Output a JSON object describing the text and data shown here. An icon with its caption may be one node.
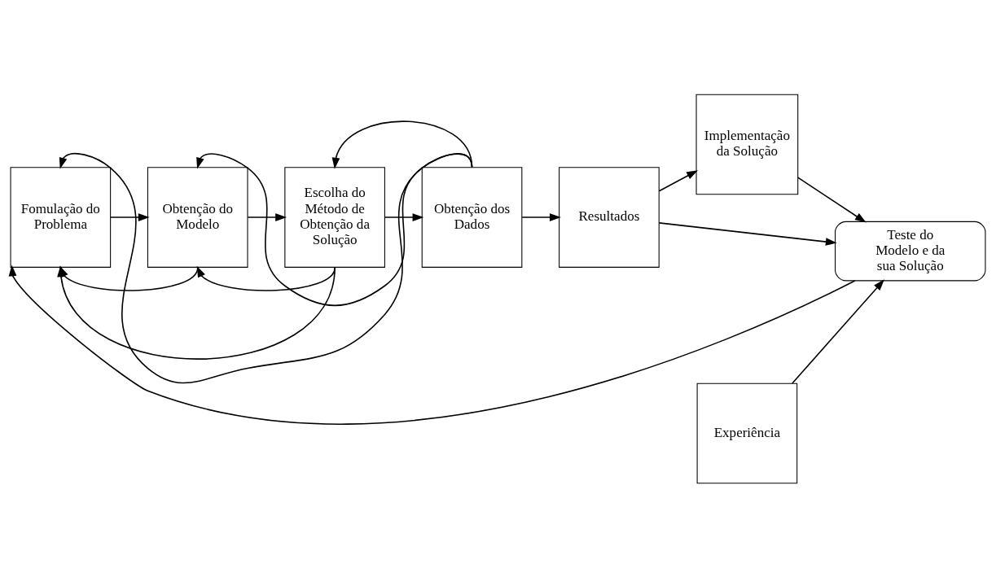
{
  "diagram": {
    "nodes": [
      {
        "text": [
          "Fomulação do Problema"
        ]
      },
      {
        "text": [
          "Obtenção do Modelo"
        ]
      },
      {
        "text": [
          "Escolha do Método de Obtenção da Solução"
        ]
      },
      {
        "text": [
          "Obtenção dos Dados"
        ]
      },
      {
        "text": [
          "Resultados"
        ]
      },
      {
        "text": [
          "Implementação da Solução"
        ]
      },
      {
        "text": [
          "Teste do Modelo e da sua Solução"
        ]
      },
      {
        "text": [
          "Experiência"
        ]
      }
    ],
    "edges": [
      {
        "from": 0,
        "to": 1,
        "arrow": "to"
      },
      {
        "from": 1,
        "to": 2,
        "arrow": "to"
      },
      {
        "from": 2,
        "to": 3,
        "arrow": "to"
      },
      {
        "from": 3,
        "to": 4,
        "arrow": "to"
      },
      {
        "from": 4,
        "to": 5,
        "arrow": "to"
      },
      {
        "from": 3,
        "to": 2,
        "arrow": "to"
      },
      {
        "from": 3,
        "to": 1,
        "arrow": "to"
      },
      {
        "from": 3,
        "to": 0,
        "arrow": "to"
      },
      {
        "from": 1,
        "to": 0,
        "arrow": "to"
      },
      {
        "from": 2,
        "to": 1,
        "arrow": "to"
      },
      {
        "from": 2,
        "to": 0,
        "arrow": "to"
      },
      {
        "from": 4,
        "to": 6,
        "arrow": "to"
      },
      {
        "from": 5,
        "to": 6,
        "arrow": "to"
      },
      {
        "from": 6,
        "to": 0,
        "arrow": "to"
      },
      {
        "from": 7,
        "to": 6,
        "arrow": "to"
      }
    ]
  }
}
